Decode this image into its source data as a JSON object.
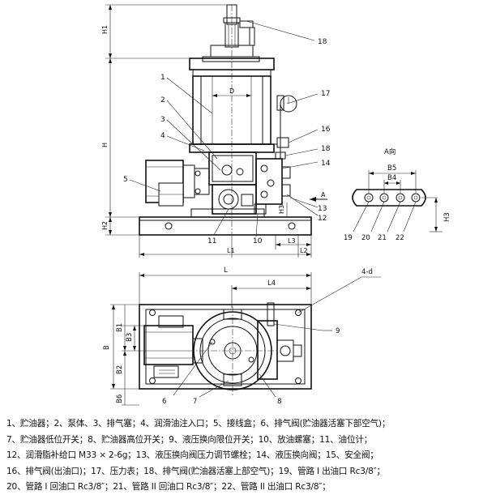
{
  "front_view": {
    "callouts": [
      "1",
      "2",
      "3",
      "4",
      "5",
      "10",
      "11",
      "12",
      "13",
      "14",
      "16",
      "17",
      "18",
      "18"
    ],
    "dims": {
      "H1": "H1",
      "H": "H",
      "H2": "H2",
      "D": "D",
      "H3": "H3",
      "L1": "L1",
      "L2": "L2",
      "L3": "L3",
      "A": "A"
    }
  },
  "a_view": {
    "title": "A向",
    "dims": {
      "B5": "B5",
      "B4": "B4",
      "H3": "H3"
    },
    "callouts": [
      "19",
      "20",
      "21",
      "22"
    ]
  },
  "top_view": {
    "dims": {
      "L": "L",
      "L4": "L4",
      "hole": "4-d",
      "B": "B",
      "B1": "B1",
      "B2": "B2",
      "B3": "B3",
      "B6": "B6"
    },
    "callouts": [
      "6",
      "7",
      "8",
      "9"
    ]
  },
  "legend": [
    "1、贮油器；2、泵体、3、排气塞；4、润滑油注入口；5、接线盒；6、排气阀(贮油器活塞下部空气)；",
    "7、贮油器低位开关；8、贮油器高位开关；9、液压换向限位开关；10、放油螺塞；11、油位计；",
    "12、润滑脂补给口 M33 × 2-6g；13、液压换向阀压力调节螺栓；14、液压换向阀；15、安全阀；",
    "16、排气阀(出油口)；17、压力表；18、排气阀(贮油器活塞上部空气)；19、管路 I 出油口 Rc3/8″；",
    "20、管路 I 回油口 Rc3/8″；21、管路 II 回油口 Rc3/8″；22、管路 II 出油口 Rc3/8″；"
  ]
}
